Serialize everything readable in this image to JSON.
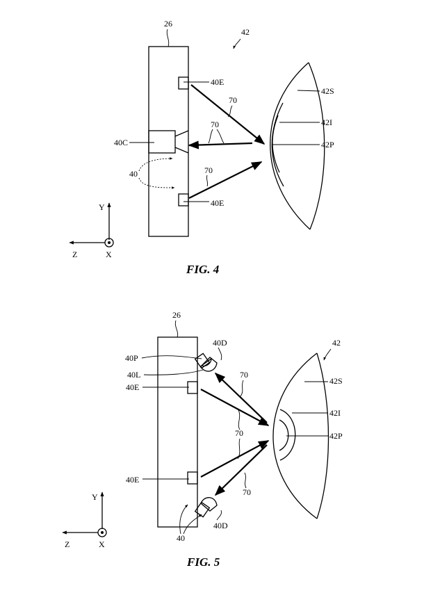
{
  "figures": [
    {
      "caption": "FIG. 4",
      "labels": {
        "device": "26",
        "eye": "42",
        "emitter_top": "40E",
        "emitter_bottom": "40E",
        "camera": "40C",
        "components": "40",
        "light_1": "70",
        "light_2": "70",
        "light_3": "70",
        "sclera": "42S",
        "iris": "42I",
        "pupil": "42P"
      },
      "axes": {
        "y": "Y",
        "z": "Z",
        "x": "X"
      }
    },
    {
      "caption": "FIG. 5",
      "labels": {
        "device": "26",
        "eye": "42",
        "detector_top": "40D",
        "detector_bottom": "40D",
        "photodetector": "40P",
        "lens": "40L",
        "emitter_top": "40E",
        "emitter_bottom": "40E",
        "components": "40",
        "light_1": "70",
        "light_2": "70",
        "light_3": "70",
        "sclera": "42S",
        "iris": "42I",
        "pupil": "42P"
      },
      "axes": {
        "y": "Y",
        "z": "Z",
        "x": "X"
      }
    }
  ]
}
